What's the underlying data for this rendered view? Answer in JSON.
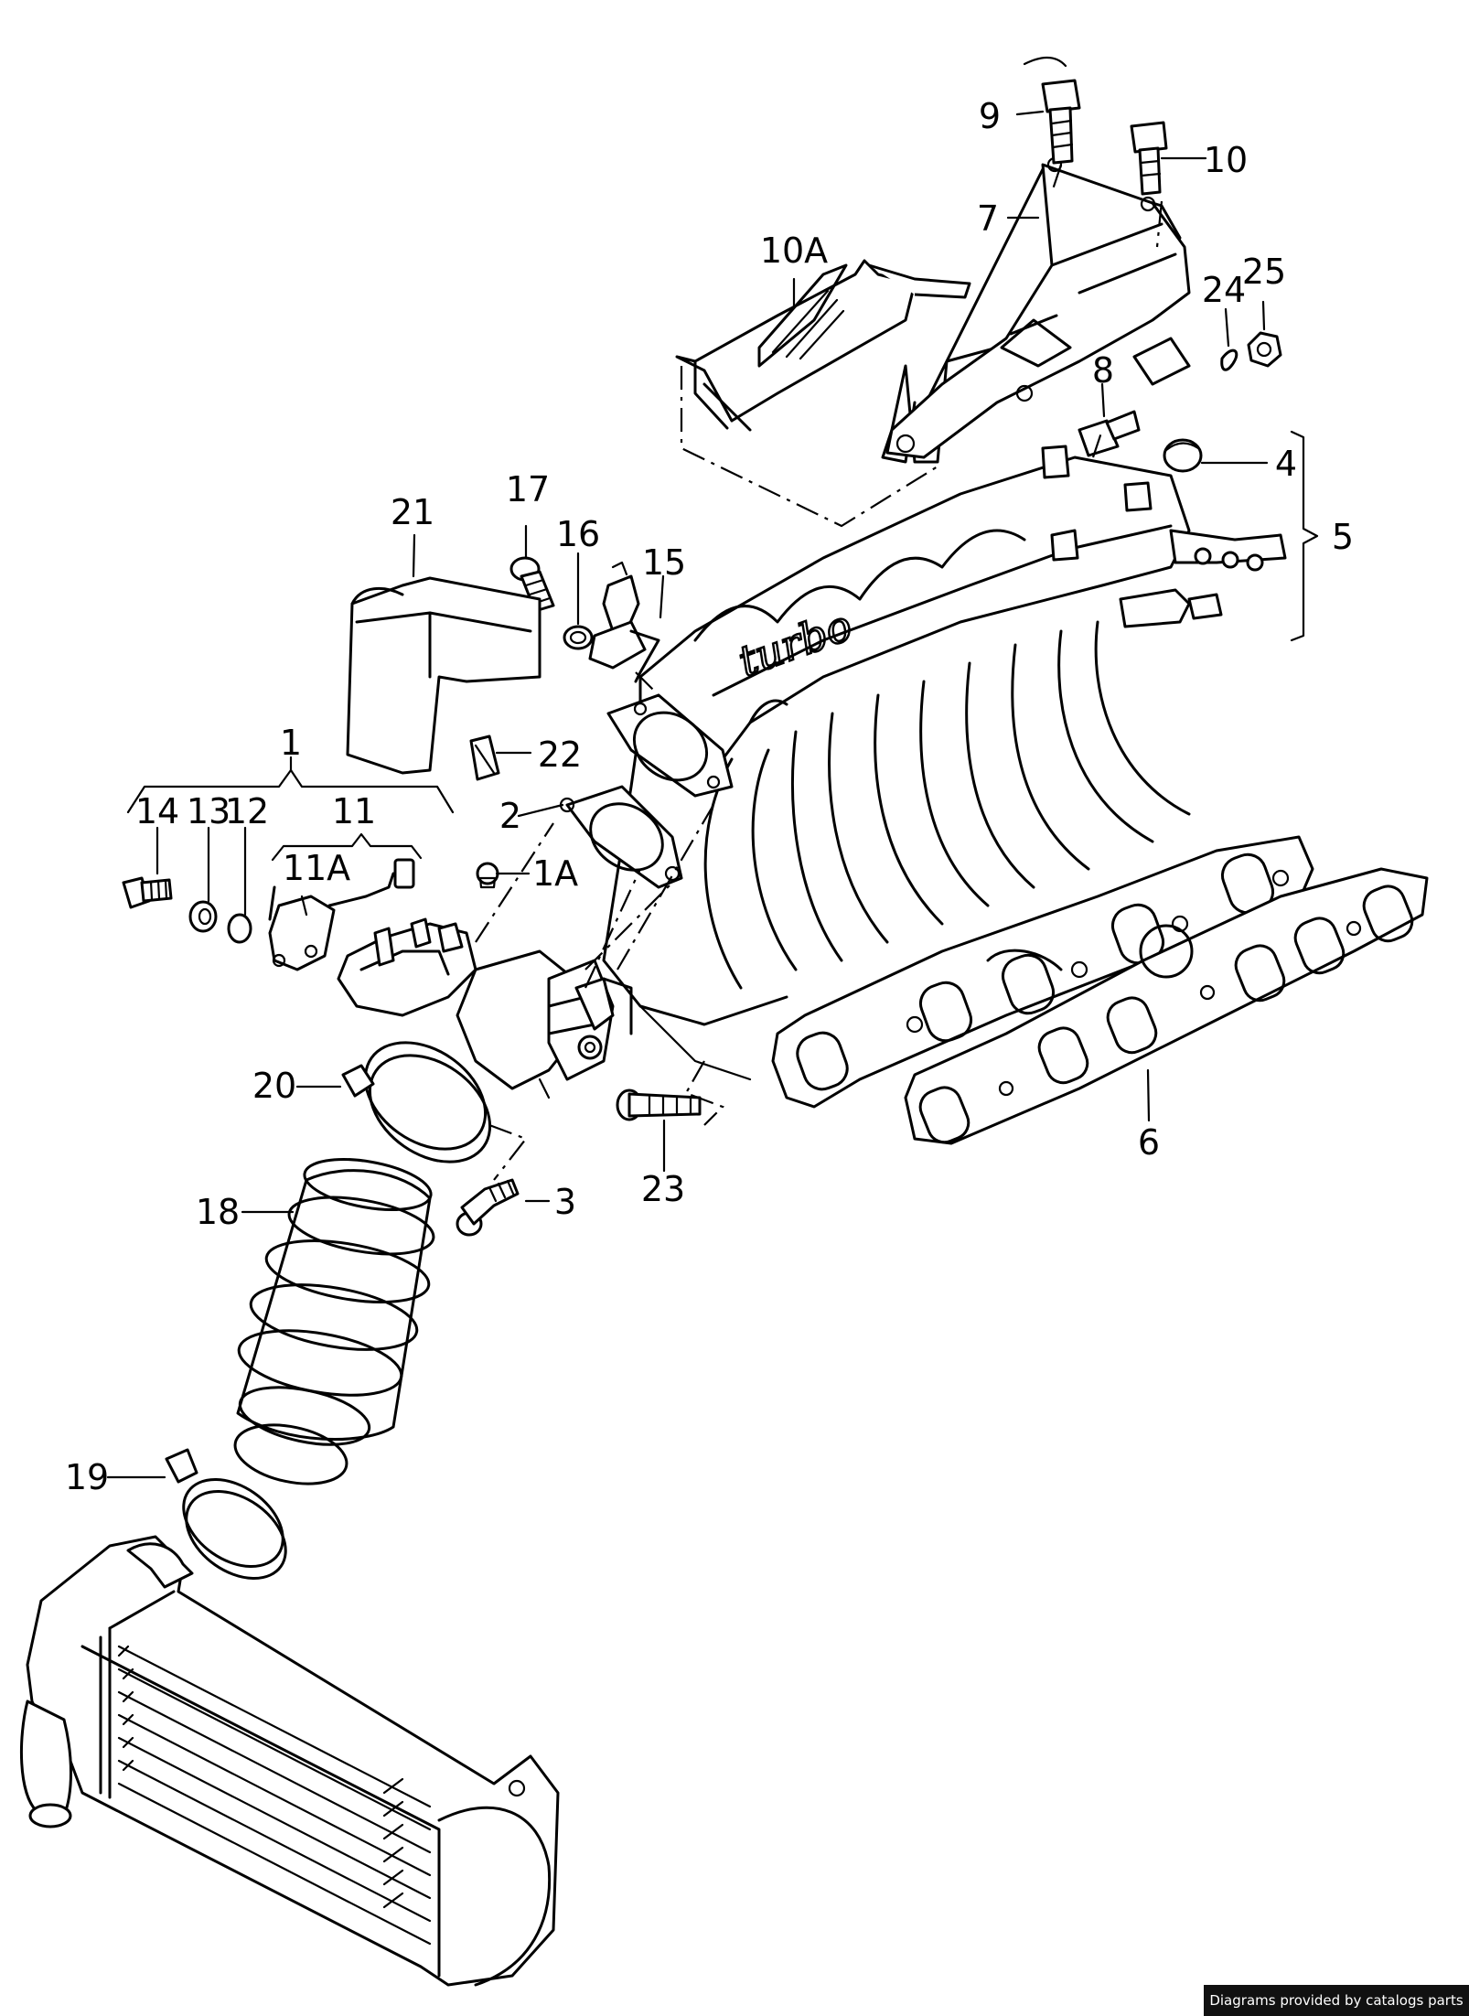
{
  "callouts": [
    "1",
    "1A",
    "2",
    "3",
    "4",
    "5",
    "6",
    "7",
    "8",
    "9",
    "10",
    "10A",
    "11",
    "11A",
    "12",
    "13",
    "14",
    "15",
    "16",
    "17",
    "18",
    "19",
    "20",
    "21",
    "22",
    "23",
    "24",
    "25"
  ],
  "manifold_lettering": "turbo",
  "credit": "Diagrams provided by catalogs parts"
}
